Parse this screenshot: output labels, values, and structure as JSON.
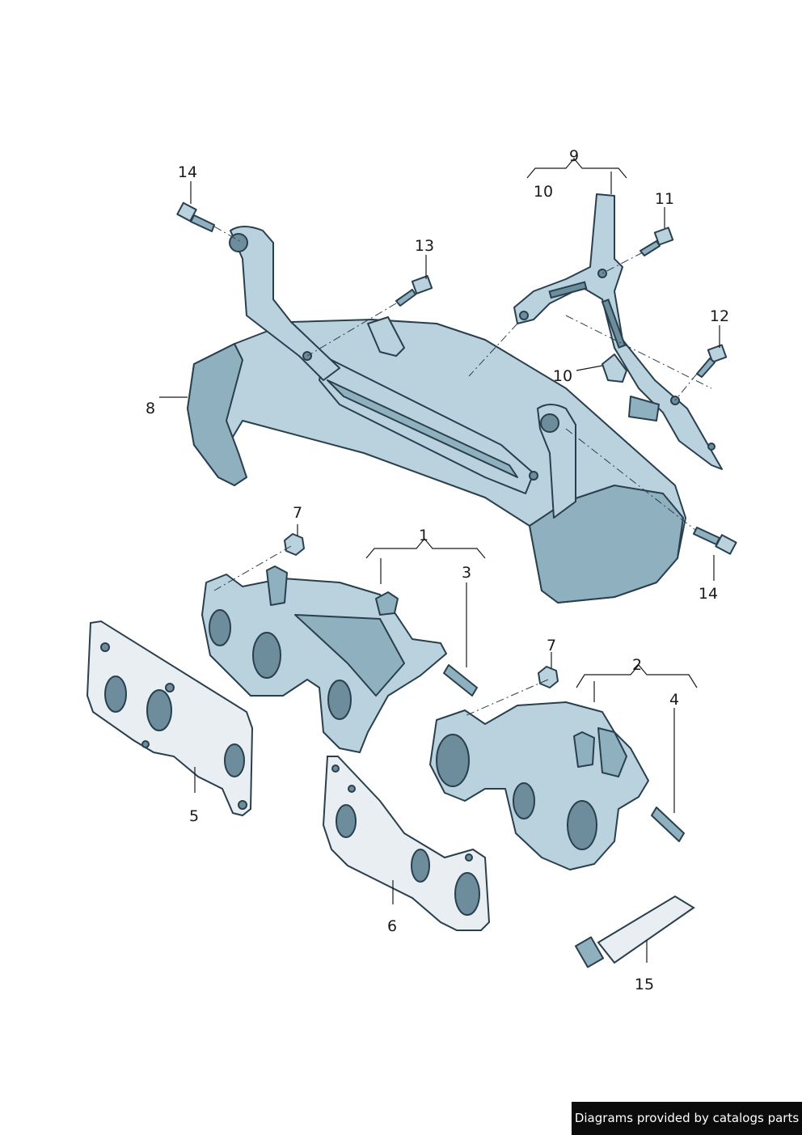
{
  "callouts": [
    {
      "id": "1",
      "text": "1"
    },
    {
      "id": "2",
      "text": "2"
    },
    {
      "id": "3",
      "text": "3"
    },
    {
      "id": "4",
      "text": "4"
    },
    {
      "id": "5",
      "text": "5"
    },
    {
      "id": "6",
      "text": "6"
    },
    {
      "id": "7a",
      "text": "7"
    },
    {
      "id": "7b",
      "text": "7"
    },
    {
      "id": "8",
      "text": "8"
    },
    {
      "id": "9",
      "text": "9"
    },
    {
      "id": "10a",
      "text": "10"
    },
    {
      "id": "10b",
      "text": "10"
    },
    {
      "id": "11",
      "text": "11"
    },
    {
      "id": "12",
      "text": "12"
    },
    {
      "id": "13",
      "text": "13"
    },
    {
      "id": "14a",
      "text": "14"
    },
    {
      "id": "14b",
      "text": "14"
    },
    {
      "id": "15",
      "text": "15"
    }
  ],
  "footer": {
    "text": "Diagrams provided by catalogs parts"
  }
}
